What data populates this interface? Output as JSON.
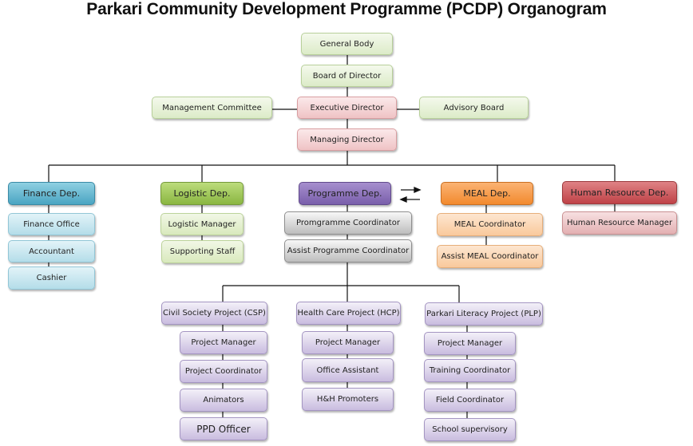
{
  "title": "Parkari Community Development Programme (PCDP) Organogram",
  "top": {
    "general_body": "General Body",
    "board": "Board of Director",
    "management_committee": "Management Committee",
    "executive_director": "Executive Director",
    "advisory_board": "Advisory Board",
    "managing_director": "Managing Director"
  },
  "departments": {
    "finance": {
      "head": "Finance Dep.",
      "items": [
        "Finance Office",
        "Accountant",
        "Cashier"
      ]
    },
    "logistic": {
      "head": "Logistic Dep.",
      "items": [
        "Logistic Manager",
        "Supporting Staff"
      ]
    },
    "programme": {
      "head": "Programme Dep.",
      "items": [
        "Promgramme Coordinator",
        "Assist Programme Coordinator"
      ]
    },
    "meal": {
      "head": "MEAL Dep.",
      "items": [
        "MEAL Coordinator",
        "Assist MEAL Coordinator"
      ]
    },
    "hr": {
      "head": "Human Resource Dep.",
      "items": [
        "Human Resource Manager"
      ]
    }
  },
  "projects": {
    "csp": {
      "head": "Civil Society Project (CSP)",
      "items": [
        "Project Manager",
        "Project Coordinator",
        "Animators",
        "PPD Officer"
      ]
    },
    "hcp": {
      "head": "Health Care Project (HCP)",
      "items": [
        "Project Manager",
        "Office Assistant",
        "H&H Promoters"
      ]
    },
    "plp": {
      "head": "Parkari Literacy Project (PLP)",
      "items": [
        "Project Manager",
        "Training Coordinator",
        "Field Coordinator",
        "School supervisory"
      ]
    }
  }
}
